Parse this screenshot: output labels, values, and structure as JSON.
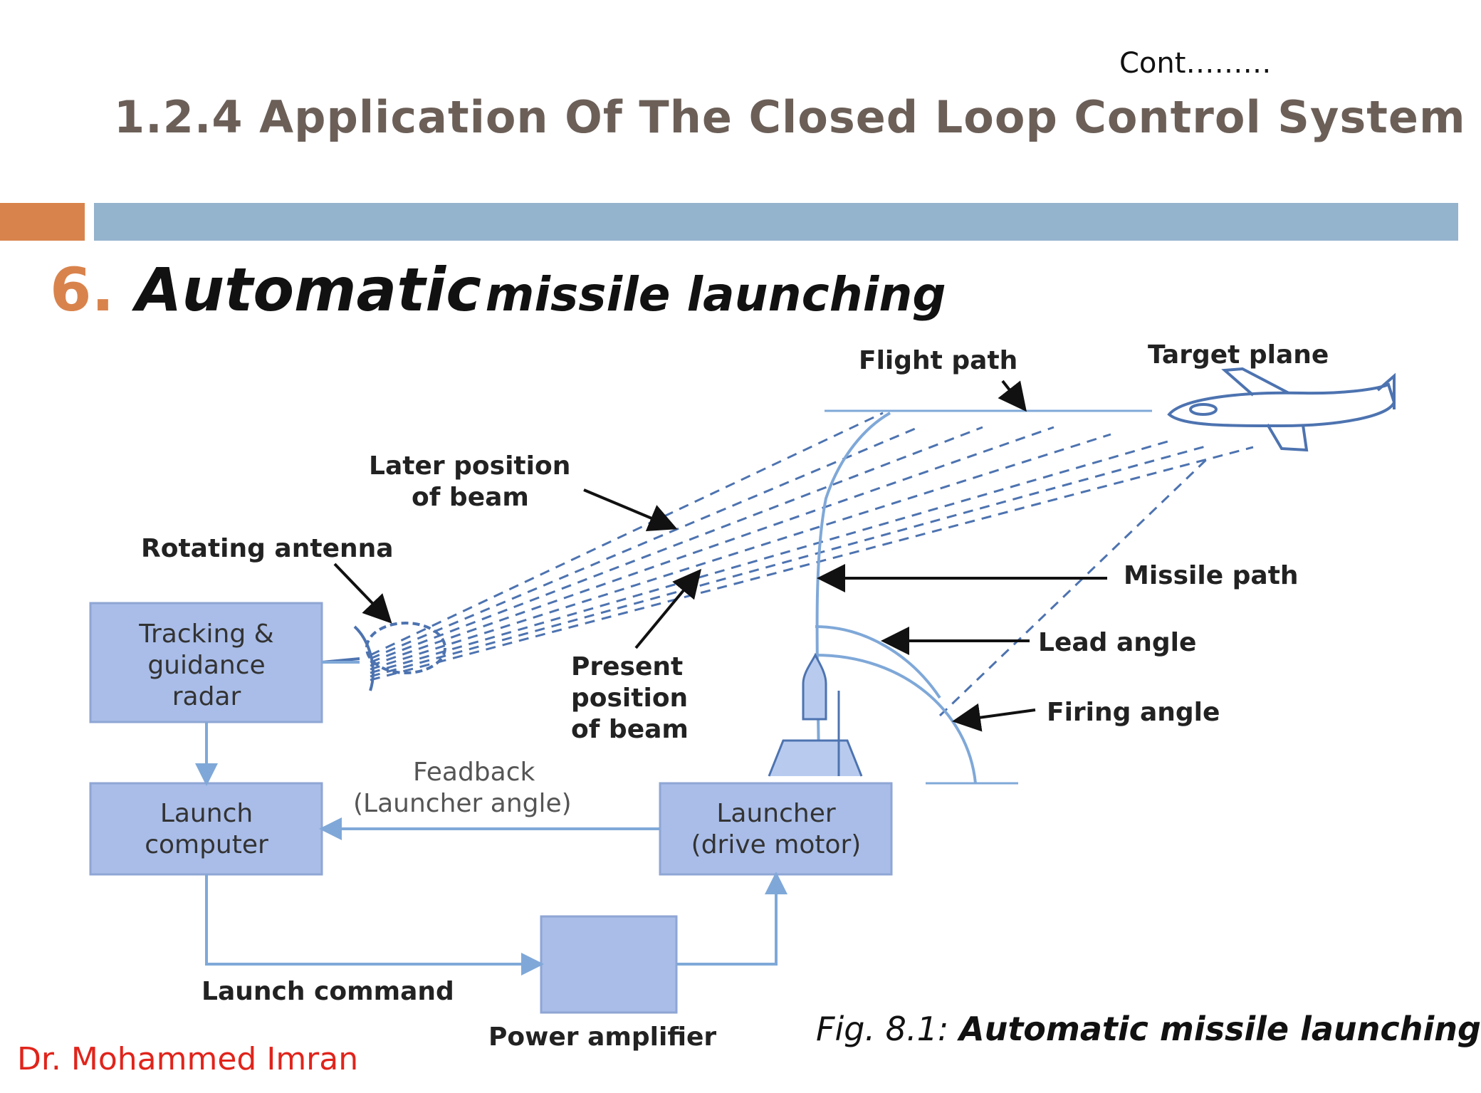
{
  "header": {
    "cont_label": "Cont………",
    "title": "1.2.4 Application Of The Closed Loop Control System"
  },
  "section": {
    "number": "6.",
    "title_word1": "Automatic",
    "title_rest": "missile launching"
  },
  "diagram": {
    "labels": {
      "flight_path": "Flight path",
      "target_plane": "Target plane",
      "later_position_1": "Later position",
      "later_position_2": "of beam",
      "rotating_antenna": "Rotating antenna",
      "missile_path": "Missile path",
      "lead_angle": "Lead angle",
      "firing_angle": "Firing angle",
      "present_position_1": "Present",
      "present_position_2": "position",
      "present_position_3": "of beam",
      "feedback_1": "Feadback",
      "feedback_2": "(Launcher angle)",
      "launch_command": "Launch command",
      "power_amplifier": "Power amplifier"
    },
    "boxes": {
      "radar_1": "Tracking &",
      "radar_2": "guidance",
      "radar_3": "radar",
      "computer_1": "Launch",
      "computer_2": "computer",
      "launcher_1": "Launcher",
      "launcher_2": "(drive motor)"
    }
  },
  "caption": {
    "fig_number": "Fig. 8.1:",
    "fig_title": "Automatic missile launching"
  },
  "footer": {
    "author": "Dr. Mohammed Imran"
  },
  "colors": {
    "accent_orange": "#d9834c",
    "accent_blue": "#94b3cd",
    "title_gray": "#6b5f58",
    "author_red": "#e0241b",
    "box_fill": "#a9bde8"
  }
}
